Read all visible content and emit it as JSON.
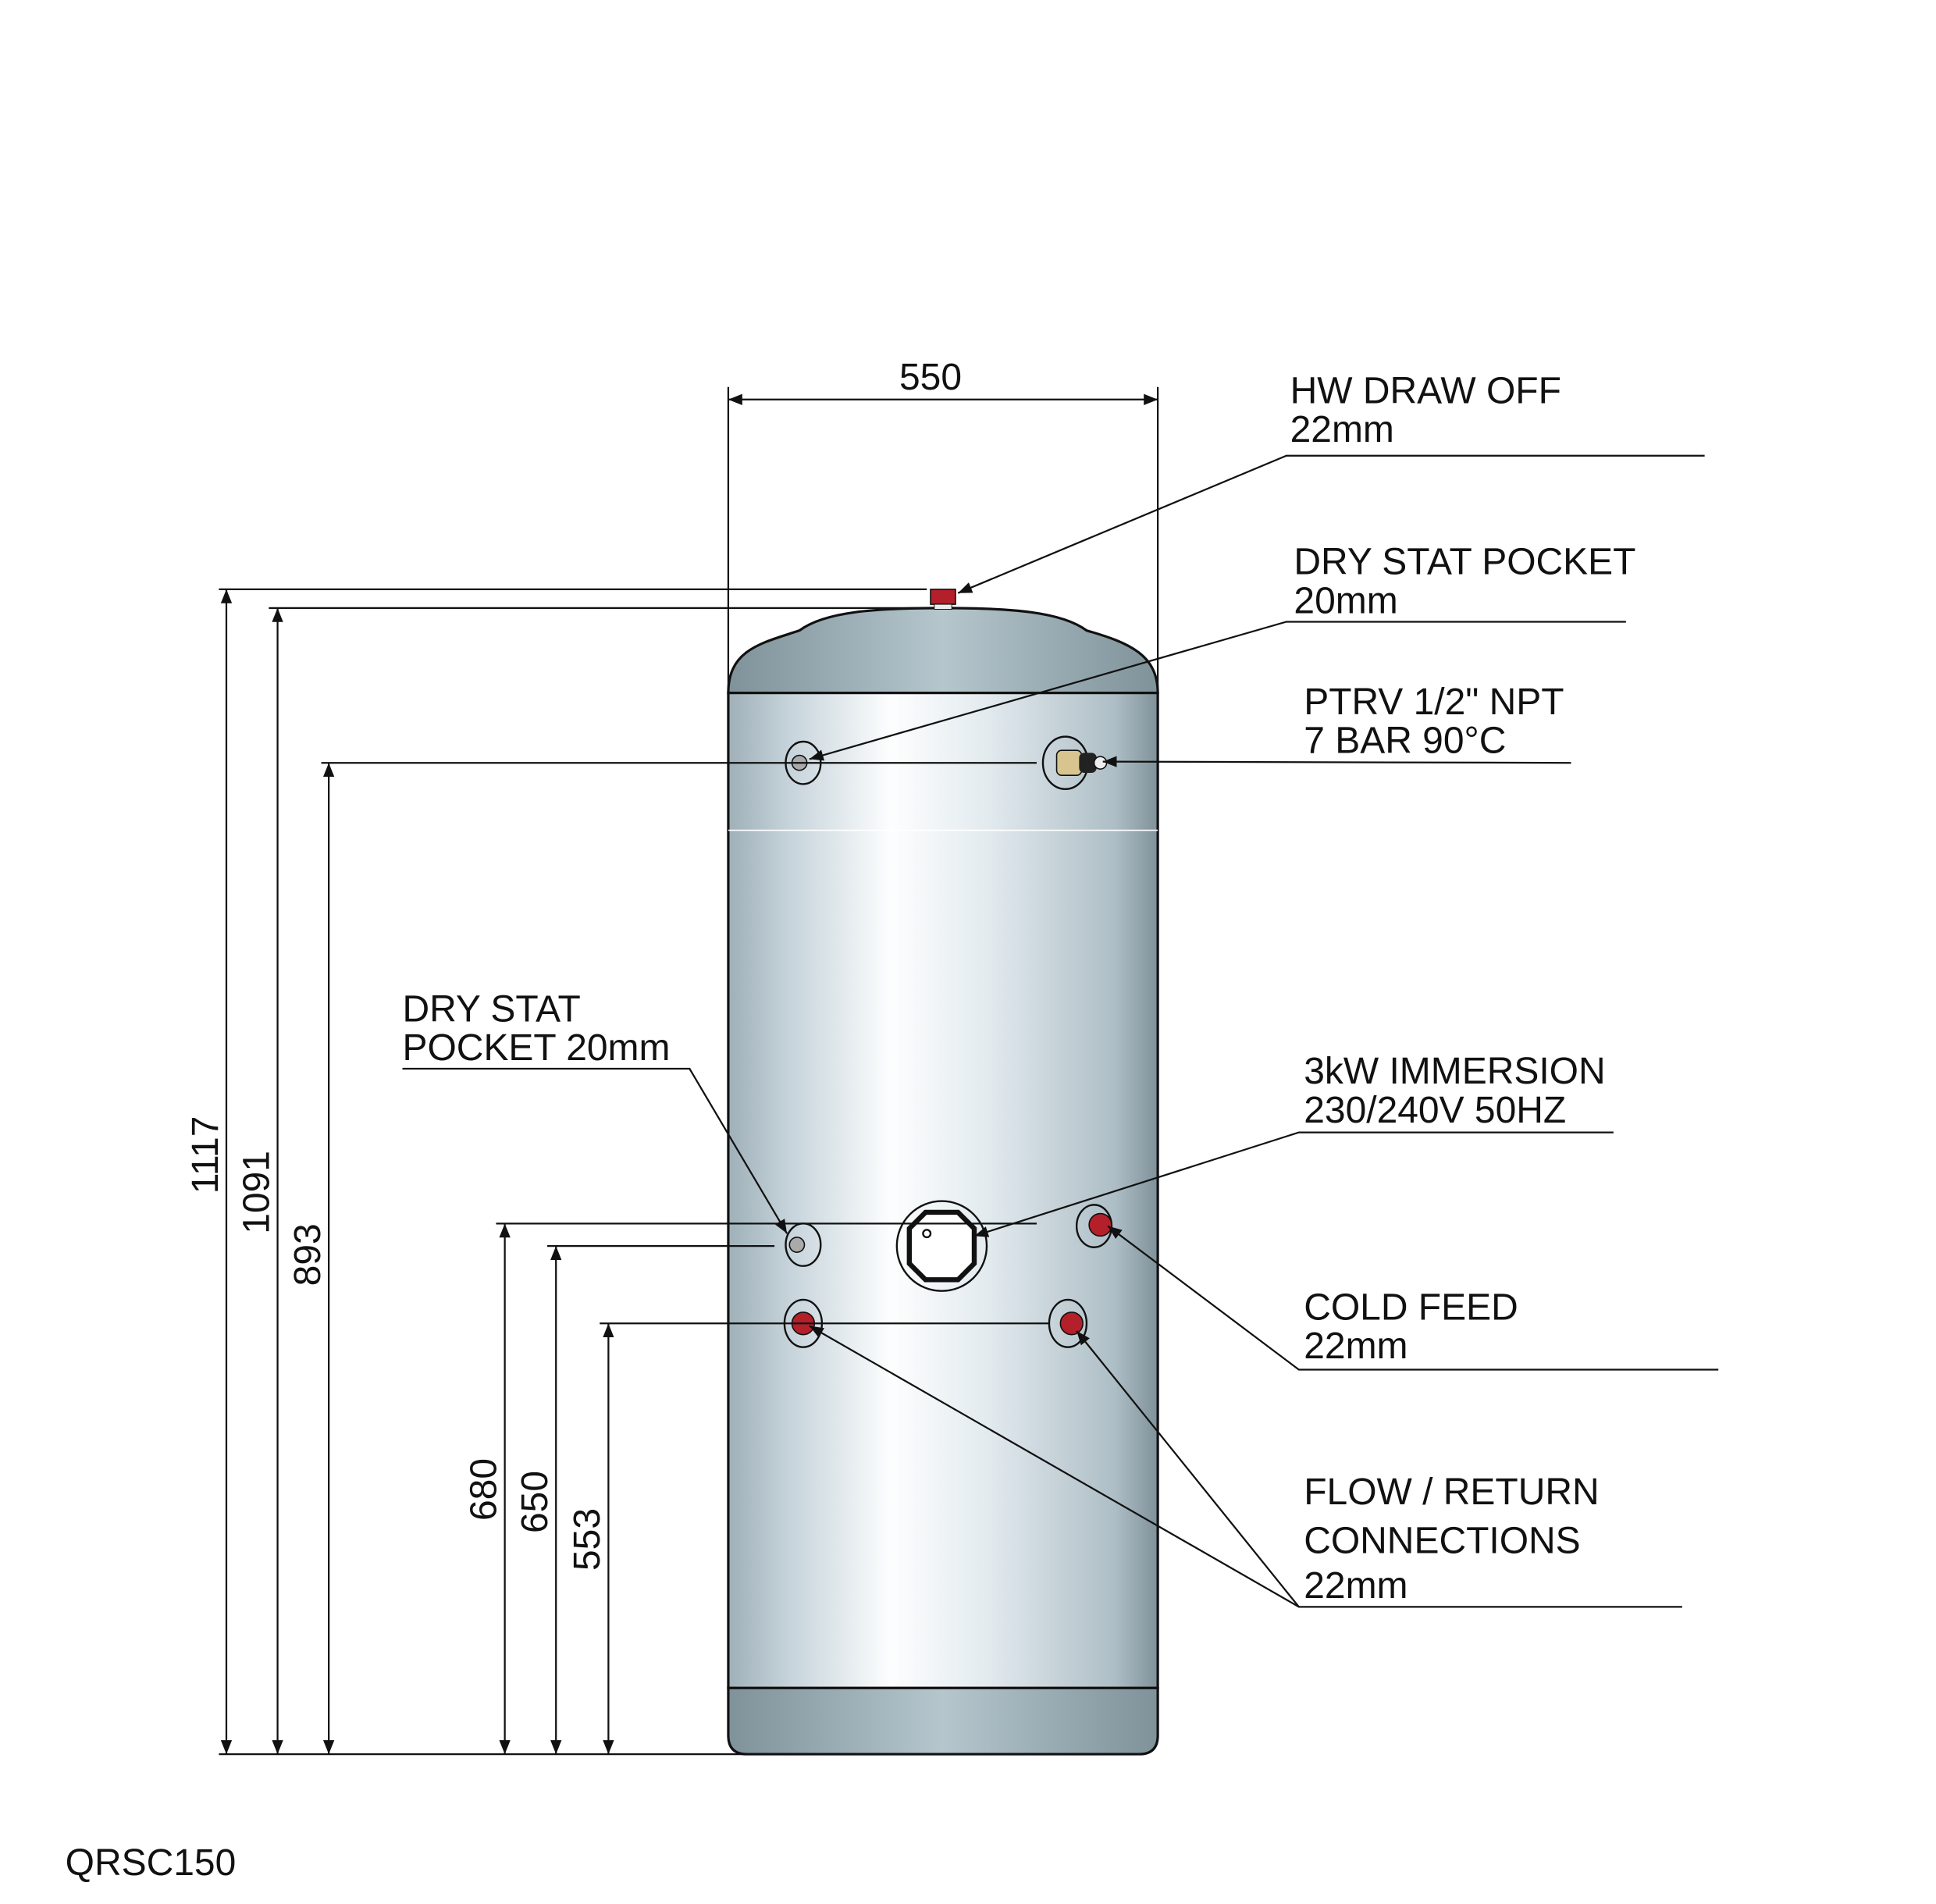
{
  "model": "QRSC150",
  "dimensions": {
    "width": "550",
    "heights": [
      "1117",
      "1091",
      "893",
      "680",
      "650",
      "553"
    ]
  },
  "labels": {
    "hw_draw_off": [
      "HW DRAW OFF",
      "22mm"
    ],
    "dry_stat_top": [
      "DRY STAT POCKET",
      "20mm"
    ],
    "ptrv": [
      "PTRV 1/2\" NPT",
      "7 BAR 90°C"
    ],
    "dry_stat_lower": [
      "DRY STAT",
      "POCKET 20mm"
    ],
    "immersion": [
      "3kW IMMERSION",
      "230/240V 50HZ"
    ],
    "cold_feed": [
      "COLD FEED",
      "22mm"
    ],
    "flow_return": [
      "FLOW / RETURN",
      "CONNECTIONS",
      "22mm"
    ]
  },
  "colors": {
    "fitting": "#b3202a",
    "tank": "#c9d5dc"
  }
}
